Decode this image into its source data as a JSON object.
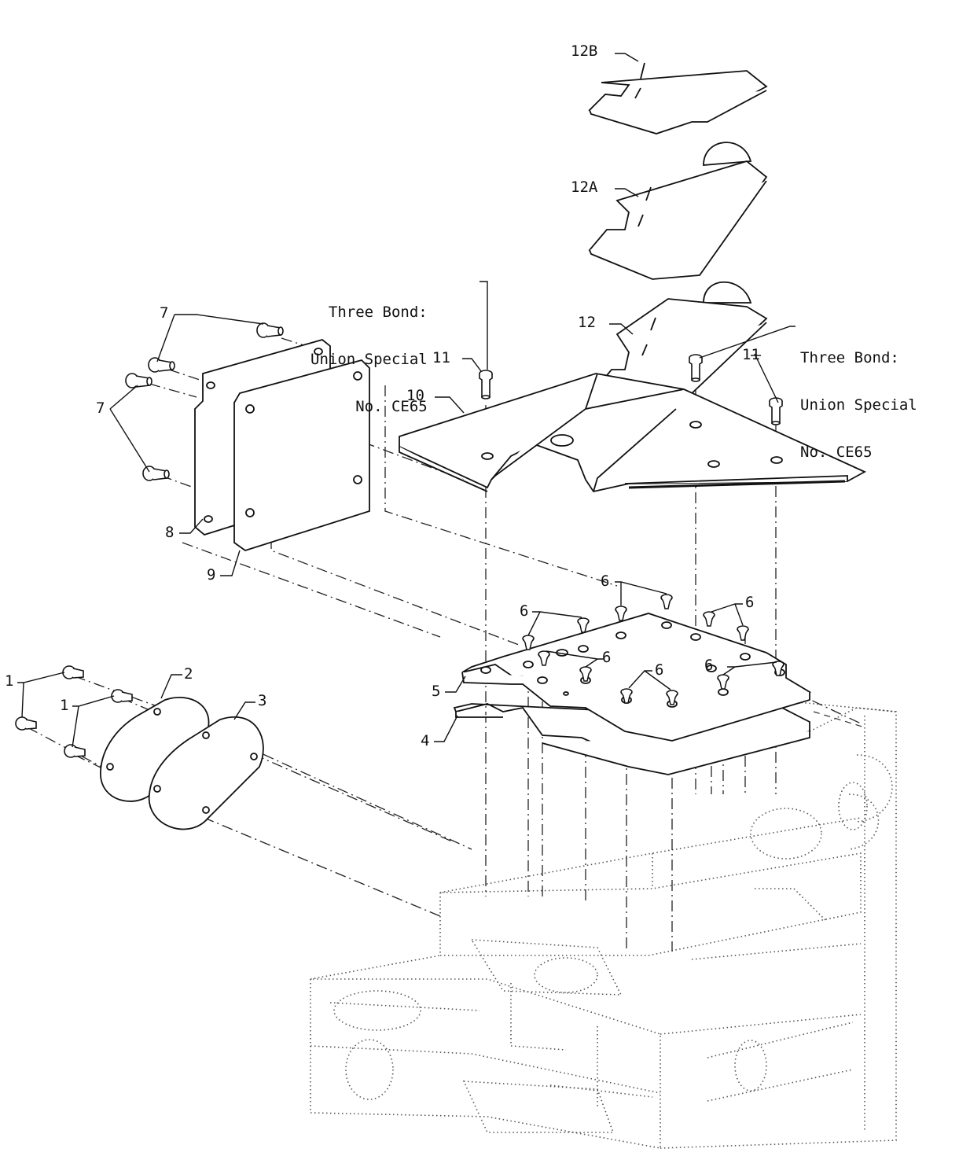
{
  "callouts": {
    "c1a": "1",
    "c1b": "1",
    "c2": "2",
    "c3": "3",
    "c4": "4",
    "c5": "5",
    "c6a": "6",
    "c6b": "6",
    "c6c": "6",
    "c6d": "6",
    "c6e": "6",
    "c6f": "6",
    "c7a": "7",
    "c7b": "7",
    "c8": "8",
    "c9": "9",
    "c10": "10",
    "c11a": "11",
    "c11b": "11",
    "c12": "12",
    "c12a": "12A",
    "c12b": "12B"
  },
  "notes": {
    "left": {
      "line1": "Three Bond:",
      "line2": "Union Special",
      "line3": "No. CE65"
    },
    "right": {
      "line1": "Three Bond:",
      "line2": "Union Special",
      "line3": "No. CE65"
    }
  }
}
